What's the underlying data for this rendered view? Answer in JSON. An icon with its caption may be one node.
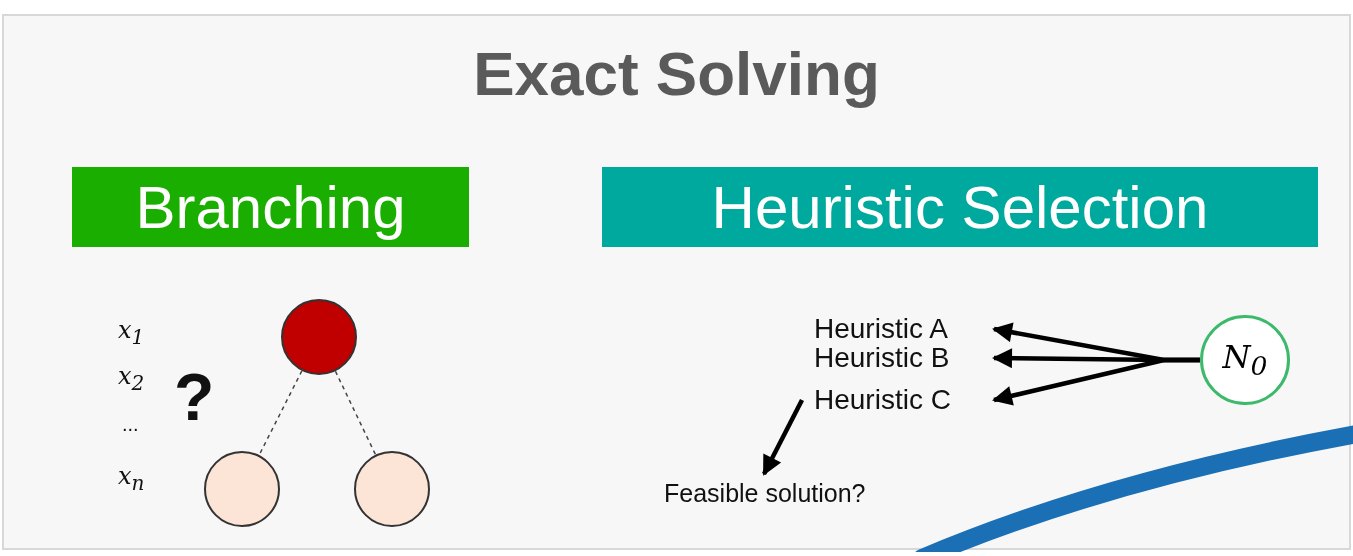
{
  "diagram": {
    "nodes": [
      {
        "text": [
          "Exact Solving"
        ]
      },
      {
        "text": [
          "Branching"
        ],
        "in": 0
      },
      {
        "text": [
          "Heuristic Selection"
        ],
        "in": 0
      },
      {
        "text": [],
        "shape": "circle",
        "in": 0
      },
      {
        "text": [],
        "shape": "circle",
        "in": 0
      },
      {
        "text": [],
        "shape": "circle",
        "in": 0
      },
      {
        "text": [
          "Heuristic A"
        ],
        "in": 0
      },
      {
        "text": [
          "Heuristic B"
        ],
        "in": 0
      },
      {
        "text": [
          "Heuristic C"
        ],
        "in": 0
      },
      {
        "text": [
          "N$_{0}$"
        ],
        "in": 0
      },
      {
        "text": [
          "Feasible solution?"
        ],
        "in": 0
      }
    ],
    "edges": [
      {
        "from": 3,
        "to": 4,
        "arrow": "none",
        "style": "dashed"
      },
      {
        "from": 3,
        "to": 5,
        "arrow": "none",
        "style": "dashed"
      },
      {
        "from": 9,
        "to": 6,
        "arrow": "to"
      },
      {
        "from": 9,
        "to": 7,
        "arrow": "to"
      },
      {
        "from": 9,
        "to": 8,
        "arrow": "to"
      },
      {
        "from": 8,
        "to": 10,
        "arrow": "to"
      }
    ],
    "labels": [
      "x$_{1}$",
      "x$_{2}$",
      "?",
      "...",
      "x$_{n}$"
    ]
  }
}
